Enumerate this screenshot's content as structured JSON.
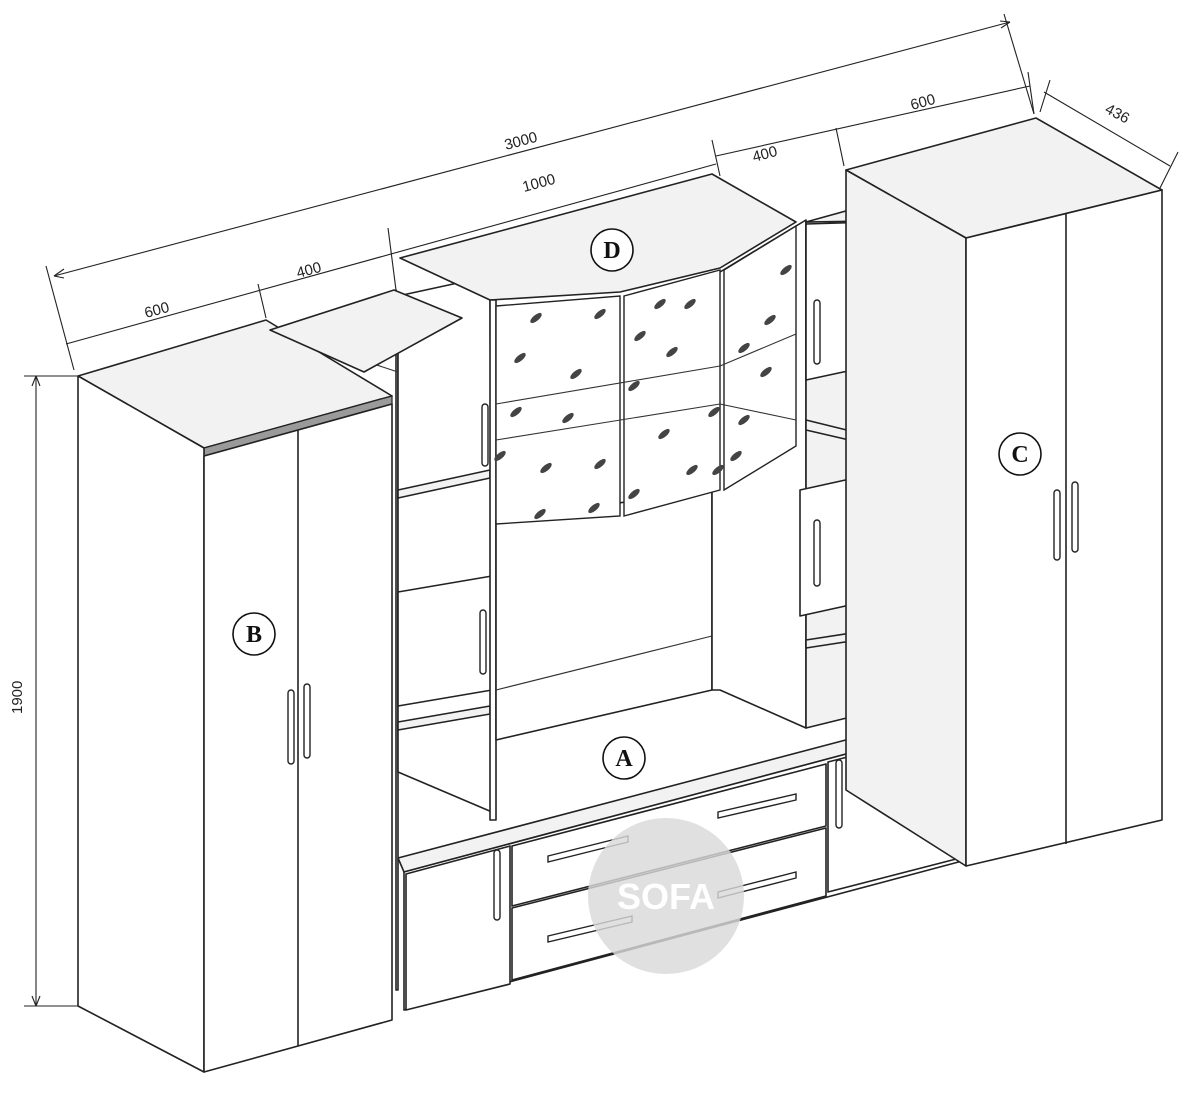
{
  "dimensions": {
    "total_width": "3000",
    "center_width": "1000",
    "left_cabinet_width": "600",
    "left_spacer_width": "400",
    "right_spacer_width": "400",
    "right_cabinet_width": "600",
    "depth": "436",
    "height": "1900"
  },
  "labels": {
    "a": "A",
    "b": "B",
    "c": "C",
    "d": "D"
  },
  "watermark": {
    "text": "SOFA"
  },
  "colors": {
    "line": "#222222",
    "watermark": "#d9d9d9"
  }
}
